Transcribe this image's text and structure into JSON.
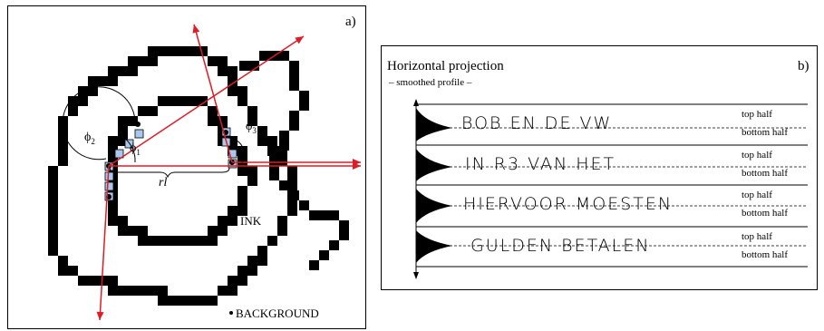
{
  "panel_a": {
    "tag": "a)",
    "phi1": "ϕ",
    "phi1_sub": "1",
    "phi2": "ϕ",
    "phi2_sub": "2",
    "phi3": "ϕ",
    "phi3_sub": "3",
    "rl": "rl",
    "ink": "INK",
    "background": "BACKGROUND"
  },
  "panel_b": {
    "tag": "b)",
    "title": "Horizontal projection",
    "subtitle": "– smoothed profile –",
    "rows": [
      {
        "text": "BOB EN DE VW",
        "top": "top half",
        "bottom": "bottom half"
      },
      {
        "text": "IN R3 VAN HET",
        "top": "top half",
        "bottom": "bottom half"
      },
      {
        "text": "HIERVOOR MOESTEN",
        "top": "top half",
        "bottom": "bottom half"
      },
      {
        "text": "GULDEN BETALEN",
        "top": "top half",
        "bottom": "bottom half"
      }
    ]
  },
  "colors": {
    "ink": "#000000",
    "arrow": "#e01b24",
    "pixel": "#a8c8f0"
  }
}
